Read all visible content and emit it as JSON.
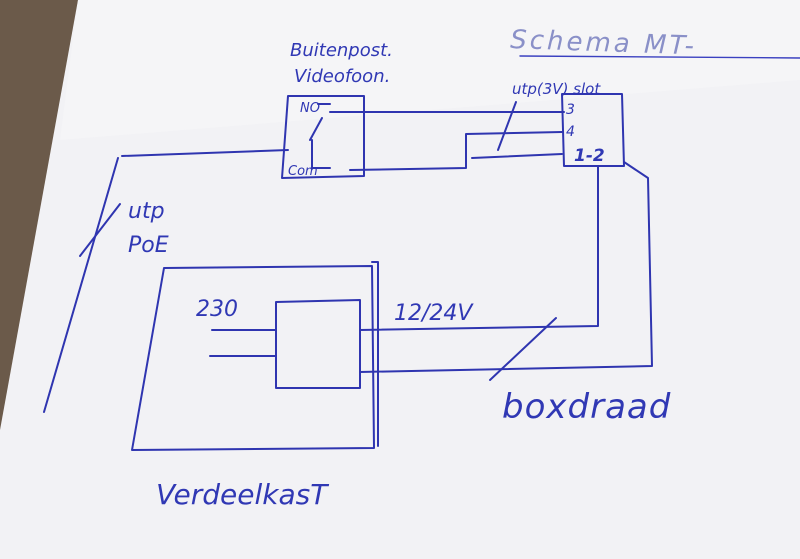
{
  "sheet": {
    "title": "Schema MT-",
    "labels": {
      "buitenpost_line1": "Buitenpost.",
      "buitenpost_line2": "Videofoon.",
      "relay_no": "NO",
      "relay_com": "Com",
      "utp_slot": "utp(3V) slot",
      "terminal_3": "3",
      "terminal_4": "4",
      "terminal_12": "1-2",
      "utp_poe_line1": "utp",
      "utp_poe_line2": "PoE",
      "mains": "230",
      "psu_voltage": "12/24V",
      "boxwire": "boxdraad",
      "cabinet": "VerdeelkasT"
    }
  },
  "colors": {
    "ink": "#2f35b0",
    "paper": "#f3f3f6",
    "table": "#6b5a4a"
  }
}
